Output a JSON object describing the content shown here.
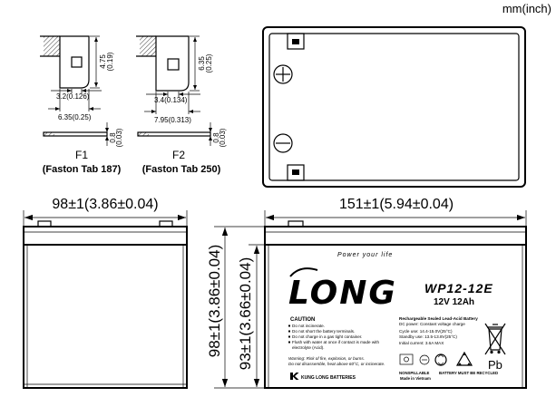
{
  "units_label": "mm(inch)",
  "terminals": {
    "f1": {
      "label": "F1",
      "caption": "(Faston Tab 187)",
      "height_mm": "4.75",
      "height_in": "(0.19)",
      "hole_width": "3.2(0.126)",
      "tab_width": "6.35(0.25)",
      "thickness_mm": "0.8",
      "thickness_in": "(0.03)"
    },
    "f2": {
      "label": "F2",
      "caption": "(Faston Tab 250)",
      "height_mm": "6.35",
      "height_in": "(0.25)",
      "hole_width": "3.4(0.134)",
      "tab_width": "7.95(0.313)",
      "thickness_mm": "0.8",
      "thickness_in": "(0.03)"
    }
  },
  "dimensions": {
    "width": "98±1(3.86±0.04)",
    "length": "151±1(5.94±0.04)",
    "total_height": "98±1(3.86±0.04)",
    "container_height": "93±1(3.66±0.04)"
  },
  "label": {
    "tagline": "Power your life",
    "brand": "LONG",
    "model": "WP12-12E",
    "rating": "12V 12Ah",
    "caution_title": "CAUTION",
    "caution_lines": [
      "Do not incinerate.",
      "Do not short the battery terminals.",
      "Do not charge in a gas tight container.",
      "Flush with water at once if contact is made with",
      "electrolyte (Acid)."
    ],
    "warning_lines": [
      "Warning: Risk of fire, explosion, or burns.",
      "Do not disassemble, heat above 60°C, or incinerate."
    ],
    "maker": "KUNG LONG BATTERIES",
    "spec_lines": [
      "Rechargeable Sealed Lead-Acid Battery",
      "DC power: Constant voltage charge",
      "Cycle use: 14.4-15.0V(25°C)",
      "Standby use: 13.5-13.8V(25°C)",
      "Initial current: 3.6A MAX"
    ],
    "pb_mark": "Pb",
    "footer": [
      "NONSPILLABLE",
      "BATTERY MUST BE RECYCLED",
      "Made in Vietnam"
    ]
  },
  "icons": {
    "positive_terminal": "plus-terminal-icon",
    "negative_terminal": "minus-terminal-icon",
    "recycle": "recycle-icon",
    "disposal": "crossed-bin-icon",
    "maker_logo": "kung-long-logo-icon"
  },
  "colors": {
    "ink": "#000000",
    "paper": "#ffffff"
  }
}
